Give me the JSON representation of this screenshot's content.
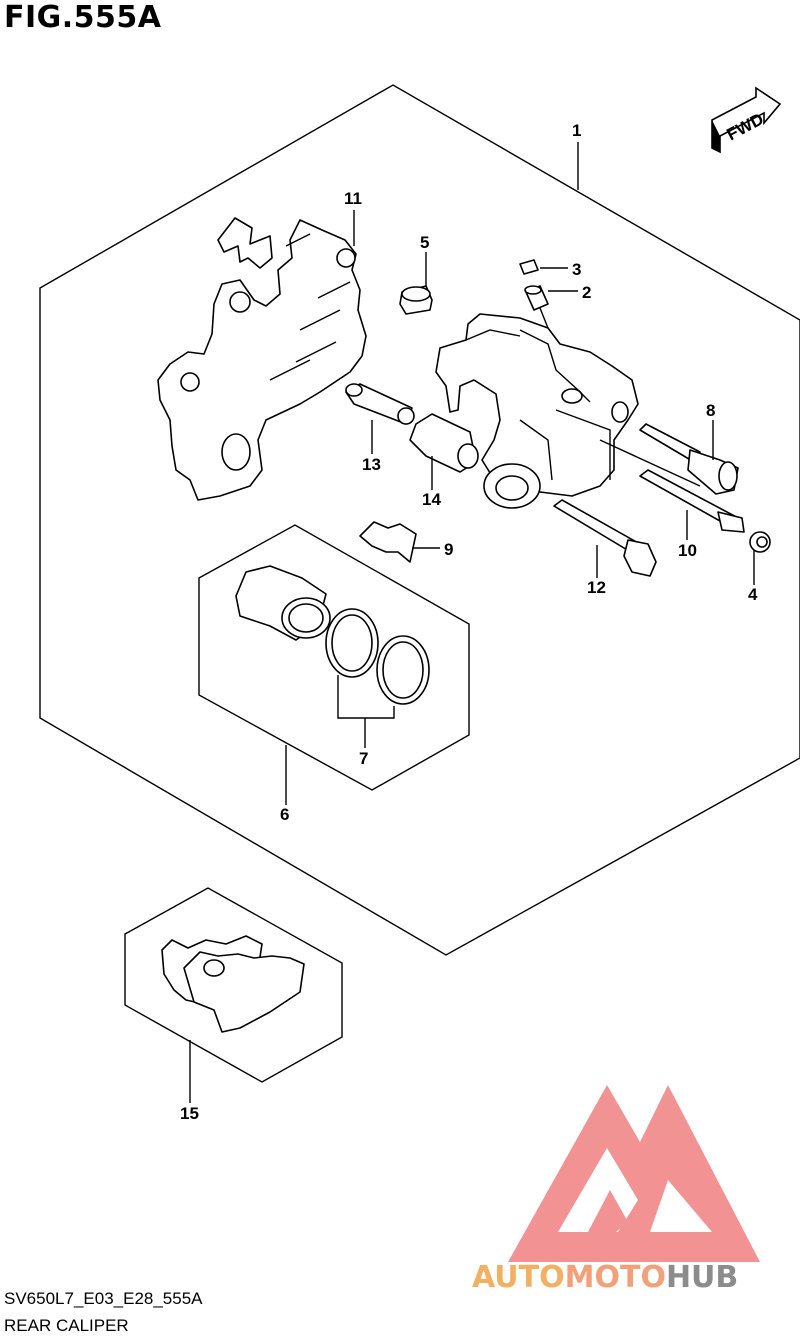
{
  "figure": {
    "title": "FIG.555A",
    "code": "SV650L7_E03_E28_555A",
    "caption": "REAR CALIPER",
    "direction_label": "FWD"
  },
  "callouts": [
    {
      "id": "1",
      "label": "1"
    },
    {
      "id": "2",
      "label": "2"
    },
    {
      "id": "3",
      "label": "3"
    },
    {
      "id": "4",
      "label": "4"
    },
    {
      "id": "5",
      "label": "5"
    },
    {
      "id": "6",
      "label": "6"
    },
    {
      "id": "7",
      "label": "7"
    },
    {
      "id": "8",
      "label": "8"
    },
    {
      "id": "9",
      "label": "9"
    },
    {
      "id": "10",
      "label": "10"
    },
    {
      "id": "11",
      "label": "11"
    },
    {
      "id": "12",
      "label": "12"
    },
    {
      "id": "13",
      "label": "13"
    },
    {
      "id": "14",
      "label": "14"
    },
    {
      "id": "15",
      "label": "15"
    }
  ],
  "watermark": {
    "text_part1": "AUTO",
    "text_part2": "MOTO",
    "text_part3": "HUB",
    "colors": {
      "part1": "#f2b063",
      "part2": "#f2a07a",
      "part3": "#8c8c8c",
      "logo": "#f08080"
    }
  },
  "icons": [
    "fwd-arrow-icon",
    "automotohub-logo-icon"
  ]
}
